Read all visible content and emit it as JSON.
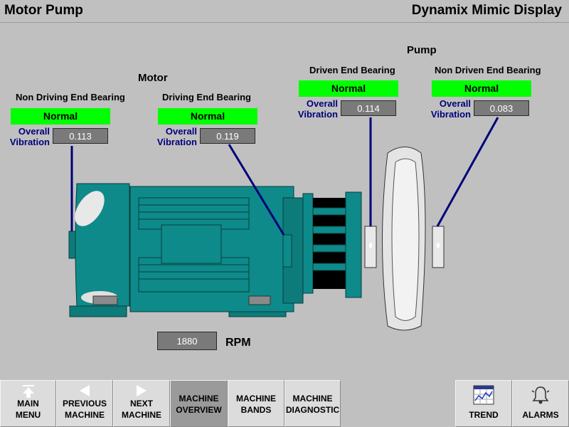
{
  "header": {
    "title": "Motor Pump",
    "app_title": "Dynamix Mimic Display"
  },
  "sections": {
    "motor": "Motor",
    "pump": "Pump"
  },
  "bearings": [
    {
      "name": "Non Driving End Bearing",
      "status": "Normal",
      "vibration_label_1": "Overall",
      "vibration_label_2": "Vibration",
      "value": "0.113"
    },
    {
      "name": "Driving End Bearing",
      "status": "Normal",
      "vibration_label_1": "Overall",
      "vibration_label_2": "Vibration",
      "value": "0.119"
    },
    {
      "name": "Driven End Bearing",
      "status": "Normal",
      "vibration_label_1": "Overall",
      "vibration_label_2": "Vibration",
      "value": "0.114"
    },
    {
      "name": "Non Driven End Bearing",
      "status": "Normal",
      "vibration_label_1": "Overall",
      "vibration_label_2": "Vibration",
      "value": "0.083"
    }
  ],
  "rpm": {
    "value": "1880",
    "label": "RPM"
  },
  "nav": {
    "main_menu": "MAIN\nMENU",
    "previous_machine": "PREVIOUS\nMACHINE",
    "next_machine": "NEXT\nMACHINE",
    "machine_overview": "MACHINE\nOVERVIEW",
    "machine_bands": "MACHINE\nBANDS",
    "machine_diagnostic": "MACHINE\nDIAGNOSTIC",
    "trend": "TREND",
    "alarms": "ALARMS"
  },
  "colors": {
    "status_normal": "#00ff00",
    "motor_body": "#0e8a8a",
    "link_line": "#00007a",
    "active_tab": "#9a9a9a"
  }
}
